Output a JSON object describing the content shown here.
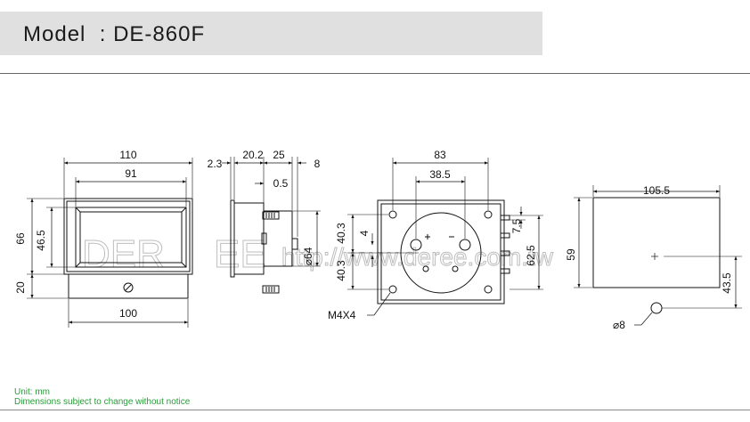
{
  "title": {
    "label": "Model",
    "separator": ":",
    "model": "DE-860F"
  },
  "watermark": {
    "brand_a": "DER",
    "brand_b": "EE",
    "url": "http://www.deree.com.tw"
  },
  "front_view": {
    "width": "110",
    "inner_width": "91",
    "height": "66",
    "window_height": "46.5",
    "base_height": "20",
    "base_width": "100"
  },
  "side_view": {
    "d1": "2.3",
    "d2": "20.2",
    "d3": "25",
    "d4": "8",
    "d5": "0.5",
    "diameter": "⌀64"
  },
  "rear_view": {
    "width": "83",
    "inner_width": "38.5",
    "upper": "40.3",
    "lower": "40.3",
    "offset": "4",
    "right_a": "7.5",
    "right_b": "62.5",
    "screws": "M4X4"
  },
  "cutout_view": {
    "width": "105.5",
    "height": "59",
    "hole_offset": "43.5",
    "hole_dia": "⌀8"
  },
  "footer": {
    "unit": "Unit: mm",
    "notice": "Dimensions subject to change without notice"
  }
}
